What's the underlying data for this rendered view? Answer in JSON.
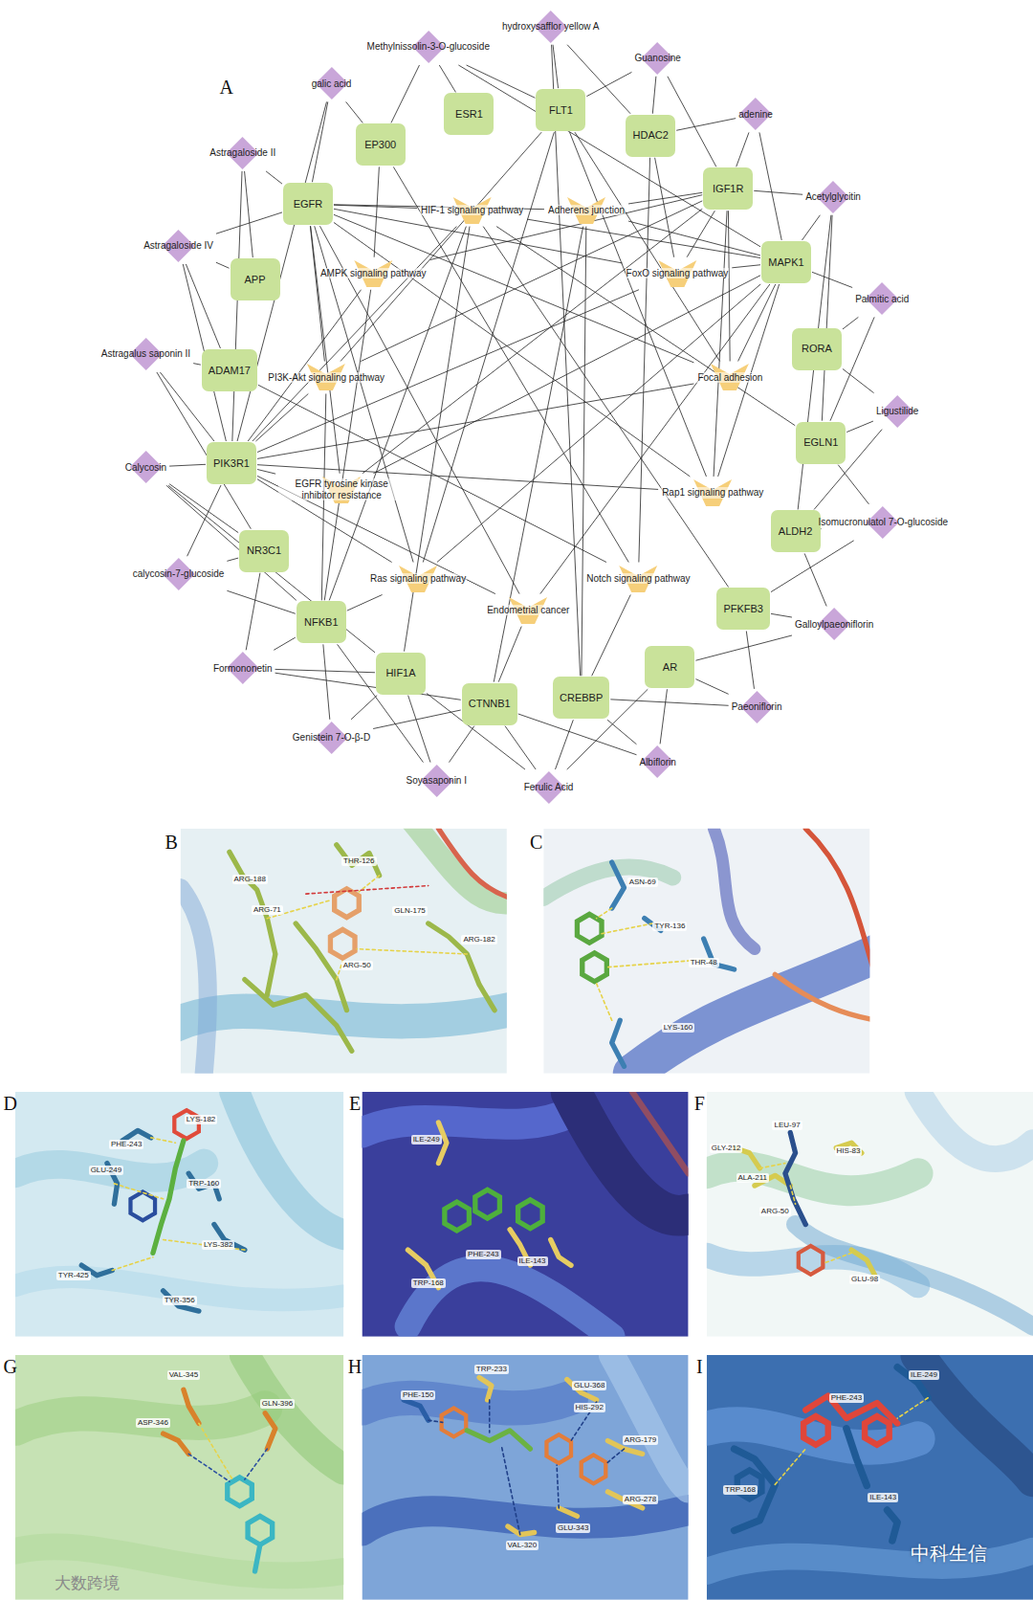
{
  "diagram": {
    "nodes": [
      {
        "text": [
          "Methylnissolin-3-O-glucoside"
        ]
      },
      {
        "text": [
          "hydroxysafflor yellow A"
        ]
      },
      {
        "text": [
          "Guanosine"
        ]
      },
      {
        "text": [
          "galic acid"
        ]
      },
      {
        "text": [
          "adenine"
        ]
      },
      {
        "text": [
          "Astragaloside II"
        ]
      },
      {
        "text": [
          "Acetylglycitin"
        ]
      },
      {
        "text": [
          "Astragaloside IV"
        ]
      },
      {
        "text": [
          "Palmitic acid"
        ]
      },
      {
        "text": [
          "Astragalus saponin II"
        ]
      },
      {
        "text": [
          "Ligustilide"
        ]
      },
      {
        "text": [
          "Calycosin"
        ]
      },
      {
        "text": [
          "Isomucronulatol 7-O-glucoside"
        ]
      },
      {
        "text": [
          "calycosin-7-glucoside"
        ]
      },
      {
        "text": [
          "Galloylpaeoniflorin"
        ]
      },
      {
        "text": [
          "Formononetin"
        ]
      },
      {
        "text": [
          "Paeoniflorin"
        ]
      },
      {
        "text": [
          "Genistein 7-O-β-D"
        ]
      },
      {
        "text": [
          "Albiflorin"
        ]
      },
      {
        "text": [
          "Soyasaponin I"
        ]
      },
      {
        "text": [
          "Ferulic Acid"
        ]
      },
      {
        "text": [
          "ESR1"
        ]
      },
      {
        "text": [
          "FLT1"
        ]
      },
      {
        "text": [
          "HDAC2"
        ]
      },
      {
        "text": [
          "EP300"
        ]
      },
      {
        "text": [
          "IGF1R"
        ]
      },
      {
        "text": [
          "EGFR"
        ]
      },
      {
        "text": [
          "MAPK1"
        ]
      },
      {
        "text": [
          "APP"
        ]
      },
      {
        "text": [
          "RORA"
        ]
      },
      {
        "text": [
          "ADAM17"
        ]
      },
      {
        "text": [
          "EGLN1"
        ]
      },
      {
        "text": [
          "PIK3R1"
        ]
      },
      {
        "text": [
          "ALDH2"
        ]
      },
      {
        "text": [
          "NR3C1"
        ]
      },
      {
        "text": [
          "PFKFB3"
        ]
      },
      {
        "text": [
          "NFKB1"
        ]
      },
      {
        "text": [
          "AR"
        ]
      },
      {
        "text": [
          "HIF1A"
        ]
      },
      {
        "text": [
          "CREBBP"
        ]
      },
      {
        "text": [
          "CTNNB1"
        ]
      },
      {
        "text": [
          "HIF-1 signaling pathway"
        ]
      },
      {
        "text": [
          "Adherens junction"
        ]
      },
      {
        "text": [
          "AMPK signaling pathway"
        ]
      },
      {
        "text": [
          "FoxO signaling pathway"
        ]
      },
      {
        "text": [
          "PI3K-Akt signaling pathway"
        ]
      },
      {
        "text": [
          "Focal adhesion"
        ]
      },
      {
        "text": [
          "EGFR tyrosine kinase inhibitor resistance"
        ]
      },
      {
        "text": [
          "Rap1 signaling pathway"
        ]
      },
      {
        "text": [
          "Ras signaling pathway"
        ]
      },
      {
        "text": [
          "Notch signaling pathway"
        ]
      },
      {
        "text": [
          "Endometrial cancer"
        ]
      }
    ],
    "edges": [
      {
        "from": 0,
        "to": 21,
        "arrow": "none"
      },
      {
        "from": 0,
        "to": 22,
        "arrow": "none"
      },
      {
        "from": 0,
        "to": 24,
        "arrow": "none"
      },
      {
        "from": 0,
        "to": 27,
        "arrow": "none"
      },
      {
        "from": 1,
        "to": 22,
        "arrow": "none"
      },
      {
        "from": 1,
        "to": 23,
        "arrow": "none"
      },
      {
        "from": 1,
        "to": 39,
        "arrow": "none"
      },
      {
        "from": 2,
        "to": 23,
        "arrow": "none"
      },
      {
        "from": 2,
        "to": 25,
        "arrow": "none"
      },
      {
        "from": 2,
        "to": 22,
        "arrow": "none"
      },
      {
        "from": 3,
        "to": 26,
        "arrow": "none"
      },
      {
        "from": 3,
        "to": 24,
        "arrow": "none"
      },
      {
        "from": 3,
        "to": 32,
        "arrow": "none"
      },
      {
        "from": 4,
        "to": 23,
        "arrow": "none"
      },
      {
        "from": 4,
        "to": 25,
        "arrow": "none"
      },
      {
        "from": 4,
        "to": 27,
        "arrow": "none"
      },
      {
        "from": 5,
        "to": 26,
        "arrow": "none"
      },
      {
        "from": 5,
        "to": 32,
        "arrow": "none"
      },
      {
        "from": 5,
        "to": 28,
        "arrow": "none"
      },
      {
        "from": 6,
        "to": 27,
        "arrow": "none"
      },
      {
        "from": 6,
        "to": 25,
        "arrow": "none"
      },
      {
        "from": 6,
        "to": 31,
        "arrow": "none"
      },
      {
        "from": 6,
        "to": 33,
        "arrow": "none"
      },
      {
        "from": 7,
        "to": 26,
        "arrow": "none"
      },
      {
        "from": 7,
        "to": 28,
        "arrow": "none"
      },
      {
        "from": 7,
        "to": 30,
        "arrow": "none"
      },
      {
        "from": 7,
        "to": 32,
        "arrow": "none"
      },
      {
        "from": 8,
        "to": 27,
        "arrow": "none"
      },
      {
        "from": 8,
        "to": 29,
        "arrow": "none"
      },
      {
        "from": 8,
        "to": 31,
        "arrow": "none"
      },
      {
        "from": 9,
        "to": 30,
        "arrow": "none"
      },
      {
        "from": 9,
        "to": 32,
        "arrow": "none"
      },
      {
        "from": 9,
        "to": 34,
        "arrow": "none"
      },
      {
        "from": 10,
        "to": 31,
        "arrow": "none"
      },
      {
        "from": 10,
        "to": 33,
        "arrow": "none"
      },
      {
        "from": 10,
        "to": 29,
        "arrow": "none"
      },
      {
        "from": 11,
        "to": 32,
        "arrow": "none"
      },
      {
        "from": 11,
        "to": 36,
        "arrow": "none"
      },
      {
        "from": 11,
        "to": 34,
        "arrow": "none"
      },
      {
        "from": 11,
        "to": 38,
        "arrow": "none"
      },
      {
        "from": 12,
        "to": 33,
        "arrow": "none"
      },
      {
        "from": 12,
        "to": 35,
        "arrow": "none"
      },
      {
        "from": 12,
        "to": 31,
        "arrow": "none"
      },
      {
        "from": 13,
        "to": 34,
        "arrow": "none"
      },
      {
        "from": 13,
        "to": 36,
        "arrow": "none"
      },
      {
        "from": 13,
        "to": 32,
        "arrow": "none"
      },
      {
        "from": 14,
        "to": 35,
        "arrow": "none"
      },
      {
        "from": 14,
        "to": 33,
        "arrow": "none"
      },
      {
        "from": 14,
        "to": 37,
        "arrow": "none"
      },
      {
        "from": 15,
        "to": 36,
        "arrow": "none"
      },
      {
        "from": 15,
        "to": 38,
        "arrow": "none"
      },
      {
        "from": 15,
        "to": 34,
        "arrow": "none"
      },
      {
        "from": 15,
        "to": 40,
        "arrow": "none"
      },
      {
        "from": 16,
        "to": 37,
        "arrow": "none"
      },
      {
        "from": 16,
        "to": 35,
        "arrow": "none"
      },
      {
        "from": 16,
        "to": 39,
        "arrow": "none"
      },
      {
        "from": 17,
        "to": 38,
        "arrow": "none"
      },
      {
        "from": 17,
        "to": 36,
        "arrow": "none"
      },
      {
        "from": 17,
        "to": 40,
        "arrow": "none"
      },
      {
        "from": 18,
        "to": 39,
        "arrow": "none"
      },
      {
        "from": 18,
        "to": 37,
        "arrow": "none"
      },
      {
        "from": 18,
        "to": 40,
        "arrow": "none"
      },
      {
        "from": 19,
        "to": 40,
        "arrow": "none"
      },
      {
        "from": 19,
        "to": 38,
        "arrow": "none"
      },
      {
        "from": 19,
        "to": 36,
        "arrow": "none"
      },
      {
        "from": 20,
        "to": 39,
        "arrow": "none"
      },
      {
        "from": 20,
        "to": 40,
        "arrow": "none"
      },
      {
        "from": 20,
        "to": 38,
        "arrow": "none"
      },
      {
        "from": 20,
        "to": 37,
        "arrow": "none"
      },
      {
        "from": 26,
        "to": 41,
        "arrow": "none"
      },
      {
        "from": 38,
        "to": 41,
        "arrow": "none"
      },
      {
        "from": 27,
        "to": 41,
        "arrow": "none"
      },
      {
        "from": 36,
        "to": 41,
        "arrow": "none"
      },
      {
        "from": 32,
        "to": 41,
        "arrow": "none"
      },
      {
        "from": 31,
        "to": 41,
        "arrow": "none"
      },
      {
        "from": 35,
        "to": 41,
        "arrow": "none"
      },
      {
        "from": 26,
        "to": 42,
        "arrow": "none"
      },
      {
        "from": 25,
        "to": 42,
        "arrow": "none"
      },
      {
        "from": 27,
        "to": 42,
        "arrow": "none"
      },
      {
        "from": 40,
        "to": 42,
        "arrow": "none"
      },
      {
        "from": 39,
        "to": 42,
        "arrow": "none"
      },
      {
        "from": 32,
        "to": 43,
        "arrow": "none"
      },
      {
        "from": 25,
        "to": 43,
        "arrow": "none"
      },
      {
        "from": 24,
        "to": 43,
        "arrow": "none"
      },
      {
        "from": 36,
        "to": 43,
        "arrow": "none"
      },
      {
        "from": 27,
        "to": 44,
        "arrow": "none"
      },
      {
        "from": 25,
        "to": 44,
        "arrow": "none"
      },
      {
        "from": 26,
        "to": 44,
        "arrow": "none"
      },
      {
        "from": 32,
        "to": 44,
        "arrow": "none"
      },
      {
        "from": 23,
        "to": 44,
        "arrow": "none"
      },
      {
        "from": 26,
        "to": 45,
        "arrow": "none"
      },
      {
        "from": 25,
        "to": 45,
        "arrow": "none"
      },
      {
        "from": 32,
        "to": 45,
        "arrow": "none"
      },
      {
        "from": 22,
        "to": 45,
        "arrow": "none"
      },
      {
        "from": 36,
        "to": 45,
        "arrow": "none"
      },
      {
        "from": 26,
        "to": 46,
        "arrow": "none"
      },
      {
        "from": 27,
        "to": 46,
        "arrow": "none"
      },
      {
        "from": 32,
        "to": 46,
        "arrow": "none"
      },
      {
        "from": 25,
        "to": 46,
        "arrow": "none"
      },
      {
        "from": 22,
        "to": 46,
        "arrow": "none"
      },
      {
        "from": 26,
        "to": 47,
        "arrow": "none"
      },
      {
        "from": 32,
        "to": 47,
        "arrow": "none"
      },
      {
        "from": 27,
        "to": 47,
        "arrow": "none"
      },
      {
        "from": 25,
        "to": 47,
        "arrow": "none"
      },
      {
        "from": 26,
        "to": 48,
        "arrow": "none"
      },
      {
        "from": 27,
        "to": 48,
        "arrow": "none"
      },
      {
        "from": 32,
        "to": 48,
        "arrow": "none"
      },
      {
        "from": 25,
        "to": 48,
        "arrow": "none"
      },
      {
        "from": 22,
        "to": 48,
        "arrow": "none"
      },
      {
        "from": 26,
        "to": 49,
        "arrow": "none"
      },
      {
        "from": 27,
        "to": 49,
        "arrow": "none"
      },
      {
        "from": 32,
        "to": 49,
        "arrow": "none"
      },
      {
        "from": 36,
        "to": 49,
        "arrow": "none"
      },
      {
        "from": 22,
        "to": 49,
        "arrow": "none"
      },
      {
        "from": 24,
        "to": 50,
        "arrow": "none"
      },
      {
        "from": 39,
        "to": 50,
        "arrow": "none"
      },
      {
        "from": 30,
        "to": 50,
        "arrow": "none"
      },
      {
        "from": 23,
        "to": 50,
        "arrow": "none"
      },
      {
        "from": 26,
        "to": 51,
        "arrow": "none"
      },
      {
        "from": 27,
        "to": 51,
        "arrow": "none"
      },
      {
        "from": 32,
        "to": 51,
        "arrow": "none"
      },
      {
        "from": 40,
        "to": 51,
        "arrow": "none"
      }
    ],
    "labels": [
      "A",
      "B",
      "C",
      "D",
      "E",
      "F",
      "G",
      "H",
      "I",
      "ARG-188",
      "THR-126",
      "ARG-71",
      "GLN-175",
      "ARG-182",
      "ARG-50",
      "ASN-69",
      "TYR-136",
      "THR-48",
      "LYS-160",
      "LYS-182",
      "PHE-243",
      "GLU-249",
      "TRP-160",
      "LYS-382",
      "TYR-425",
      "TYR-356",
      "ILE-249",
      "PHE-243",
      "ILE-143",
      "TRP-168",
      "LEU-97",
      "GLY-212",
      "HIS-83",
      "ALA-211",
      "ARG-50",
      "GLU-98",
      "VAL-345",
      "GLN-396",
      "ASP-346",
      "PHE-150",
      "TRP-233",
      "GLU-368",
      "HIS-292",
      "ARG-179",
      "ARG-278",
      "GLU-343",
      "VAL-320",
      "ILE-249",
      "PHE-243",
      "TRP-168",
      "ILE-143",
      "大数跨境",
      "中科生信"
    ]
  }
}
